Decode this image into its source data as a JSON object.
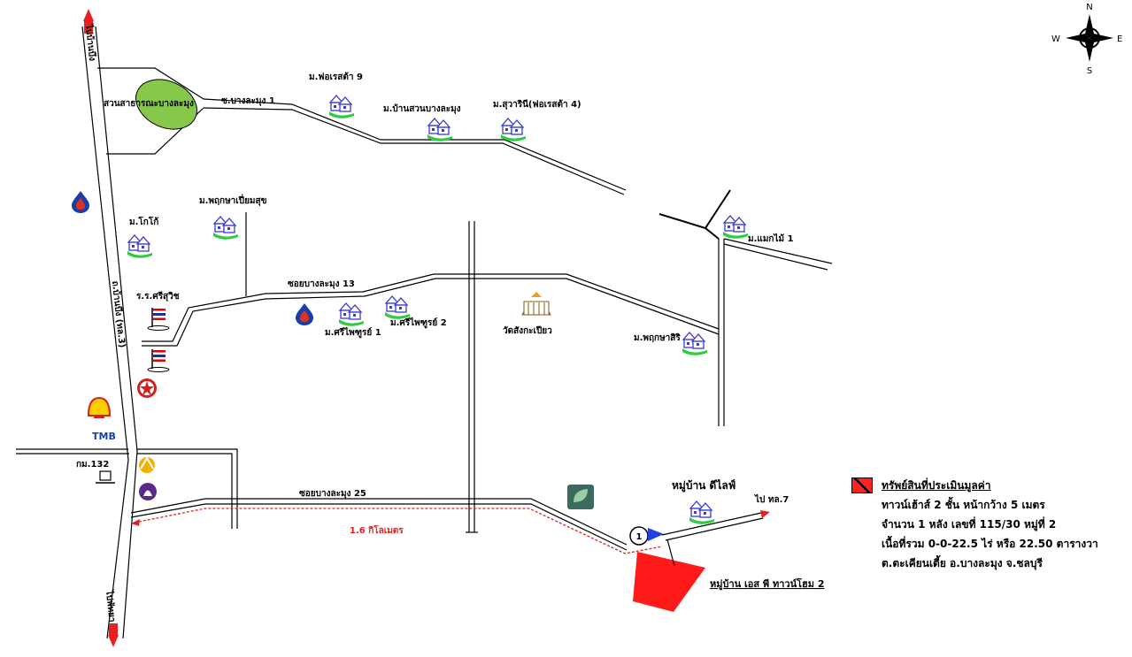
{
  "labels": {
    "to_ban_bueng": "ไปบ้านบึง",
    "to_ban_pho": "ไปพัทยา",
    "main_road": "ถ.บ้านบึง (ทล.3)",
    "park": "สวนสาธารณะบางละมุง",
    "soi1": "ซ.บางละมุง 1",
    "forest9": "ม.ฟอเรสต้า 9",
    "suan_bang": "ม.บ้านสวนบางละมุง",
    "suwarin": "ม.สุวารินี(ฟอเรสต้า 4)",
    "maekmai": "ม.แมกไม้ 1",
    "phruksa_pyem": "ม.พฤกษาเปี่ยมสุข",
    "koko": "ม.โกโก้",
    "school": "ร.ร.ศรีสุวิช",
    "soi13": "ซอยบางละมุง 13",
    "sriphai1": "ม.ศรีไพฑูรย์ 1",
    "sriphai2": "ม.ศรีไพฑูรย์ 2",
    "temple": "วัดสังกะเปียว",
    "phruksa_siri": "ม.พฤกษาสิริ",
    "km132": "กม.132",
    "soi25": "ซอยบางละมุง 25",
    "distance": "1.6 กิโลเมตร",
    "d_life": "หมู่บ้าน ดีไลฟ์",
    "to_route7": "ไป ทล.7",
    "sp_home": "หมู่บ้าน เอส พี ทาวน์โฮม 2",
    "point_no": "1",
    "tmb": "TMB"
  },
  "compass": {
    "n": "N",
    "s": "S",
    "e": "E",
    "w": "W"
  },
  "legend": {
    "title": "ทรัพย์สินที่ประเมินมูลค่า",
    "line1": "ทาวน์เฮ้าส์ 2 ชั้น หน้ากว้าง 5 เมตร",
    "line2": "จำนวน 1 หลัง เลขที่ 115/30 หมู่ที่ 2",
    "line3": "เนื้อที่รวม 0-0-22.5 ไร่ หรือ 22.50 ตารางวา",
    "line4": "ต.ตะเคียนเตี้ย อ.บางละมุง จ.ชลบุรี"
  },
  "colors": {
    "property": "#ff1a1a",
    "route": "#e02020",
    "park": "#86c94a",
    "house": "#3a3ad0",
    "grass": "#2ecc40",
    "marker": "#2040e0"
  },
  "icons": [
    "house-icon",
    "flag-icon",
    "gas-station-icon",
    "shell-icon",
    "bank-icon",
    "temple-icon",
    "compass-icon"
  ]
}
